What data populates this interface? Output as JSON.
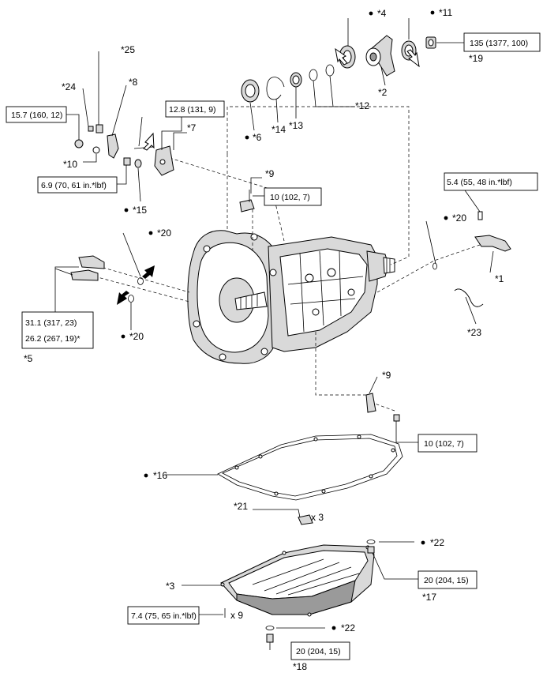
{
  "callouts": {
    "c1": "*1",
    "c2": "*2",
    "c3": "*3",
    "c4": "*4",
    "c5": "*5",
    "c6": "*6",
    "c7": "*7",
    "c8": "*8",
    "c9a": "*9",
    "c9b": "*9",
    "c10": "*10",
    "c11": "*11",
    "c12": "*12",
    "c13": "*13",
    "c14": "*14",
    "c15": "*15",
    "c16": "*16",
    "c17": "*17",
    "c18": "*18",
    "c19": "*19",
    "c20a": "*20",
    "c20b": "*20",
    "c20c": "*20",
    "c21": "*21",
    "c22a": "*22",
    "c22b": "*22",
    "c23": "*23",
    "c24": "*24",
    "c25": "*25"
  },
  "torque_specs": {
    "t_135": "135 (1377, 100)",
    "t_157": "15.7 (160, 12)",
    "t_128": "12.8 (131, 9)",
    "t_69": "6.9 (70, 61 in.*lbf)",
    "t_10a": "10 (102, 7)",
    "t_54": "5.4 (55, 48 in.*lbf)",
    "t_311": "31.1 (317, 23)",
    "t_262": "26.2 (267, 19)*",
    "t_10b": "10 (102, 7)",
    "t_20a": "20 (204, 15)",
    "t_74": "7.4 (75, 65 in.*lbf)",
    "t_20b": "20 (204, 15)"
  },
  "quantities": {
    "q_x3": "x 3",
    "q_x9": "x 9"
  }
}
